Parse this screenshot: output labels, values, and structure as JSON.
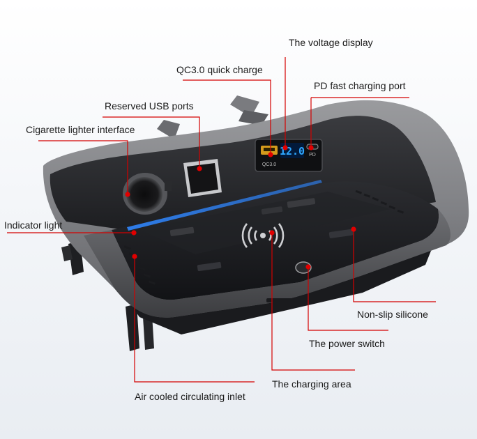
{
  "product": {
    "display_reading": "12.0",
    "qc_port_label": "QC3.0",
    "pd_port_label": "PD"
  },
  "callouts": [
    {
      "id": "voltage-display",
      "text": "The voltage display"
    },
    {
      "id": "qc-quick-charge",
      "text": "QC3.0 quick charge"
    },
    {
      "id": "pd-port",
      "text": "PD fast charging port"
    },
    {
      "id": "usb-ports",
      "text": "Reserved USB ports"
    },
    {
      "id": "lighter",
      "text": "Cigarette lighter interface"
    },
    {
      "id": "indicator",
      "text": "Indicator light"
    },
    {
      "id": "silicone",
      "text": "Non-slip silicone"
    },
    {
      "id": "power-switch",
      "text": "The power switch"
    },
    {
      "id": "charging-area",
      "text": "The charging area"
    },
    {
      "id": "air-inlet",
      "text": "Air cooled circulating inlet"
    }
  ],
  "colors": {
    "callout": "#d40000",
    "display": "#2ea7ff",
    "indicator": "#2e7bff",
    "housing": "#8e8f92",
    "tray": "#1b1c1f"
  }
}
